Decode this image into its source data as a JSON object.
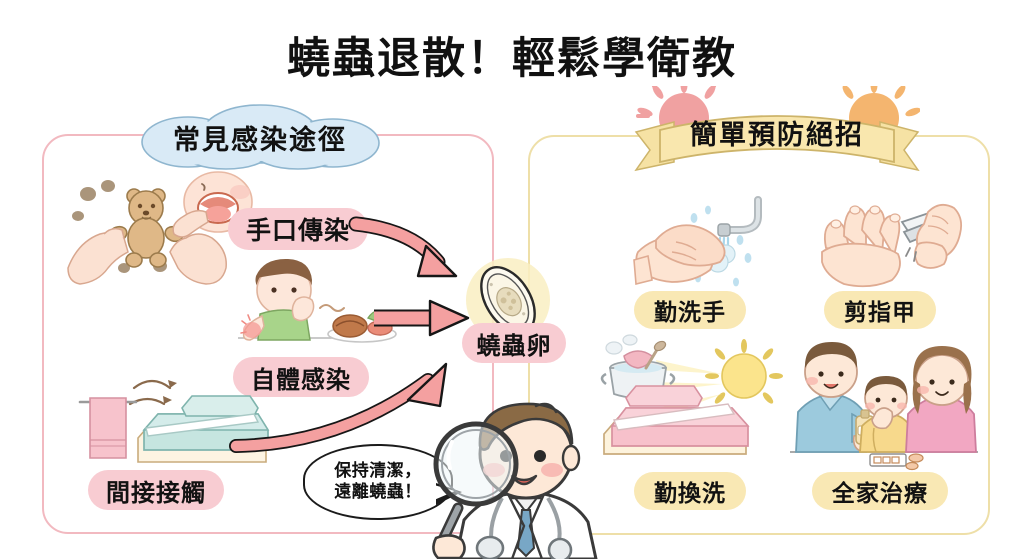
{
  "title": "蟯蟲退散！輕鬆學衛教",
  "left_panel": {
    "header": "常見感染途徑",
    "items": [
      {
        "label": "手口傳染",
        "art": "hands-teddy-mouth"
      },
      {
        "label": "自體感染",
        "art": "child-scratching-eating"
      },
      {
        "label": "間接接觸",
        "art": "towel-and-bed"
      }
    ]
  },
  "center": {
    "label": "蟯蟲卵",
    "art": "pinworm-egg",
    "arrows": [
      "arrow-hand-mouth",
      "arrow-self-infection",
      "arrow-indirect-contact"
    ]
  },
  "right_panel": {
    "header": "簡單預防絕招",
    "items": [
      {
        "label": "勤洗手",
        "art": "washing-hands-faucet"
      },
      {
        "label": "剪指甲",
        "art": "nail-clipping"
      },
      {
        "label": "勤換洗",
        "art": "boiling-laundry-sun-bedding"
      },
      {
        "label": "全家治療",
        "art": "family-medicine"
      }
    ]
  },
  "doctor": {
    "art": "cartoon-doctor-magnifier",
    "speech_line_1": "保持清潔，",
    "speech_line_2": "遠離蟯蟲！"
  },
  "colors": {
    "panel_left_border": "#f2b9c0",
    "panel_right_border": "#eedfa8",
    "pill_pink": "#f8ccd2",
    "pill_yellow": "#f9e8b4",
    "arrow_pink": "#f2a0a0",
    "cloud_blue": "#cfe4f2",
    "ribbon_yellow": "#f8e5a9",
    "egg_glow": "#f8edbe",
    "text_dark": "#111111"
  }
}
